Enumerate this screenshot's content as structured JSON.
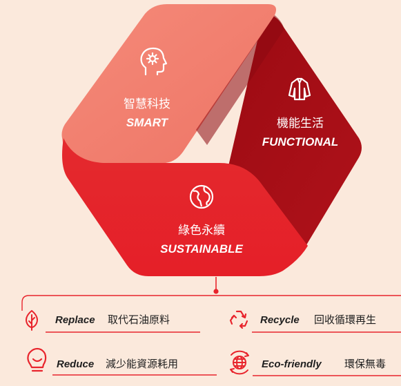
{
  "segments": {
    "smart": {
      "label_cn": "智慧科技",
      "label_en": "SMART",
      "icon": "brain-gear-icon",
      "color": "#f28374"
    },
    "functional": {
      "label_cn": "機能生活",
      "label_en": "FUNCTIONAL",
      "icon": "jacket-icon",
      "color": "#a00c14"
    },
    "sustainable": {
      "label_cn": "綠色永續",
      "label_en": "SUSTAINABLE",
      "icon": "globe-icon",
      "color": "#e8242c"
    }
  },
  "items": {
    "replace": {
      "label_en": "Replace",
      "label_cn": "取代石油原料",
      "icon": "leaf-icon"
    },
    "recycle": {
      "label_en": "Recycle",
      "label_cn": "回收循環再生",
      "icon": "recycle-icon"
    },
    "reduce": {
      "label_en": "Reduce",
      "label_cn": "減少能資源耗用",
      "icon": "lightbulb-icon"
    },
    "eco": {
      "label_en": "Eco-friendly",
      "label_cn": "環保無毒",
      "icon": "eco-globe-icon"
    }
  },
  "colors": {
    "background": "#fbe9dc",
    "accent": "#e8242c",
    "pink": "#f28374",
    "dark_red": "#a00c14",
    "text": "#1f1f1f"
  }
}
